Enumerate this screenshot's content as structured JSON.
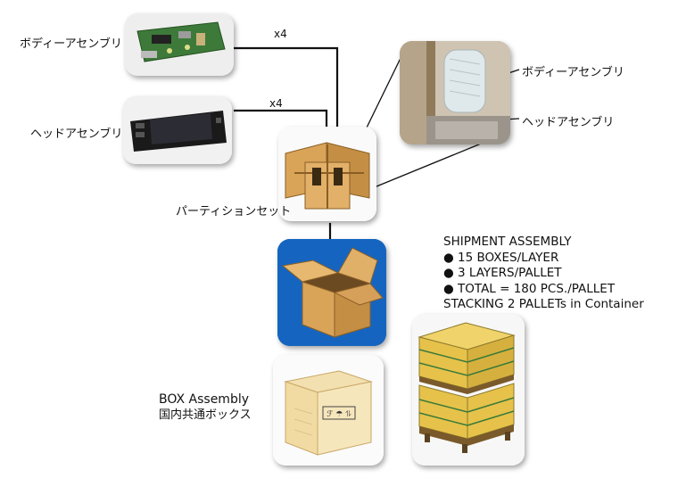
{
  "labels": {
    "body_assembly_left": "ボディーアセンブリ",
    "head_assembly_left": "ヘッドアセンブリ",
    "qty_body": "x4",
    "qty_head": "x4",
    "body_assembly_right": "ボディーアセンブリ",
    "head_assembly_right": "ヘッドアセンブリ",
    "partition_set": "パーティションセット",
    "box_assembly_en": "BOX Assembly",
    "box_assembly_jp": "国内共通ボックス"
  },
  "shipment": {
    "title": "SHIPMENT ASSEMBLY",
    "bullet": "●",
    "items": [
      "15 BOXES/LAYER",
      "3 LAYERS/PALLET",
      "TOTAL = 180 PCS./PALLET"
    ],
    "footer": "STACKING 2 PALLETs in Container"
  },
  "box_markings": "ℱ ☂ ⥮",
  "colors": {
    "line": "#111111",
    "cardboard": "#d9a458",
    "box_blue_bg": "#1565c0",
    "pcb_green": "#3d7a3a",
    "pallet_box": "#e6c24a"
  }
}
